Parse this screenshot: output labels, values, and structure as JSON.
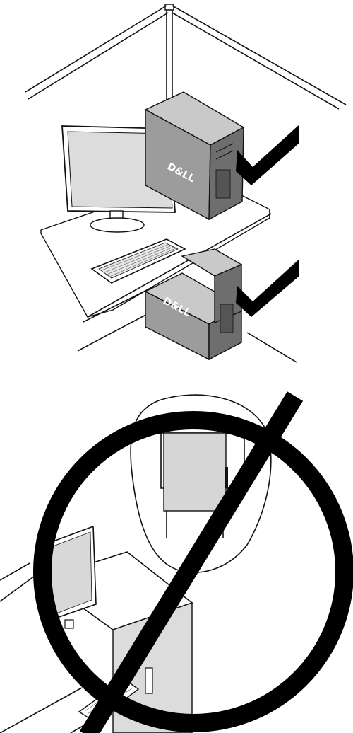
{
  "figure": {
    "description_visible_text": {
      "brand_top": "D&LL",
      "brand_bottom": "D&LL"
    },
    "panels": [
      {
        "id": "correct",
        "marks": [
          "check",
          "check"
        ]
      },
      {
        "id": "incorrect",
        "marks": [
          "prohibited"
        ]
      }
    ],
    "colors": {
      "line": "#111111",
      "background": "#ffffff",
      "light_gray": "#c9c9c9",
      "mid_gray": "#9c9c9c",
      "dark_gray": "#6e6e6e",
      "mark": "#000000"
    },
    "icons": [
      "check-mark-icon",
      "prohibited-icon"
    ]
  }
}
